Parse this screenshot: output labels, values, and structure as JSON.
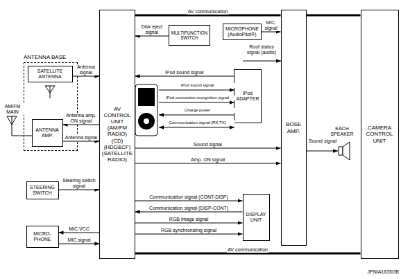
{
  "diagram": {
    "nodes": [
      {
        "text": [
          "AV CONTROL UNIT (AM/FM RADIO) (CD) (HDD&CF) (SATELLITE RADIO)"
        ]
      },
      {
        "text": [
          "BOSE AMP."
        ]
      },
      {
        "text": [
          "CAMERA CONTROL UNIT"
        ]
      },
      {
        "text": [
          "MULTIFUNCTION SWITCH"
        ]
      },
      {
        "text": [
          "MICROPHONE (AudioPilot®)"
        ]
      },
      {
        "text": [
          "iPod ADAPTER"
        ]
      },
      {
        "text": [
          "DISPLAY UNIT"
        ]
      },
      {
        "text": [
          "STEERING SWITCH"
        ]
      },
      {
        "text": [
          "MICRO-PHONE"
        ]
      },
      {
        "text": [
          "ANTENNA BASE"
        ]
      },
      {
        "text": [
          "SATELLITE ANTENNA"
        ],
        "in": 9
      },
      {
        "text": [
          "ANTENNA AMP."
        ],
        "in": 9
      }
    ],
    "edges": [
      {
        "from": 0,
        "to": 1,
        "arrow": "none",
        "label": "AV communication"
      },
      {
        "from": 1,
        "to": 2,
        "arrow": "none"
      },
      {
        "from": 3,
        "to": 0,
        "arrow": "to",
        "label": "Disk eject signal"
      },
      {
        "from": 4,
        "to": 1,
        "arrow": "to",
        "label": "MIC. signal"
      },
      {
        "from": 5,
        "to": 0,
        "arrow": "to",
        "label": "iPod sound signal"
      },
      {
        "from": 0,
        "to": 1,
        "arrow": "to",
        "label": "Sound signal"
      },
      {
        "from": 0,
        "to": 1,
        "arrow": "to",
        "label": "Amp. ON signal"
      },
      {
        "from": 10,
        "to": 0,
        "arrow": "to",
        "label": "Antenna signal"
      },
      {
        "from": 0,
        "to": 11,
        "arrow": "to",
        "label": "Antenna amp. ON signal"
      },
      {
        "from": 11,
        "to": 0,
        "arrow": "to",
        "label": "Antenna signal"
      },
      {
        "from": 7,
        "to": 0,
        "arrow": "to",
        "label": "Steering switch signal"
      },
      {
        "from": 0,
        "to": 6,
        "arrow": "to",
        "label": "Communication signal (CONT-DISP)"
      },
      {
        "from": 6,
        "to": 0,
        "arrow": "to",
        "label": "Communication signal (DISP-CONT)"
      },
      {
        "from": 0,
        "to": 6,
        "arrow": "to",
        "label": "RGB image signal"
      },
      {
        "from": 0,
        "to": 6,
        "arrow": "to",
        "label": "RGB synchronizing signal"
      },
      {
        "from": 0,
        "to": 8,
        "arrow": "to",
        "label": "MIC.VCC"
      },
      {
        "from": 8,
        "to": 0,
        "arrow": "to",
        "label": "MIC.signal"
      },
      {
        "from": 0,
        "to": 2,
        "arrow": "none",
        "label": "AV communication"
      }
    ],
    "labels": [
      "Roof status signal (audio)",
      "iPod sound signal",
      "iPod connection recognition signal",
      "Charge power",
      "Communication signal (RX,TX)",
      "AM/FM MAIN",
      "EACH SPEAKER",
      "Sound signal",
      "JPNIA1635GB"
    ]
  }
}
